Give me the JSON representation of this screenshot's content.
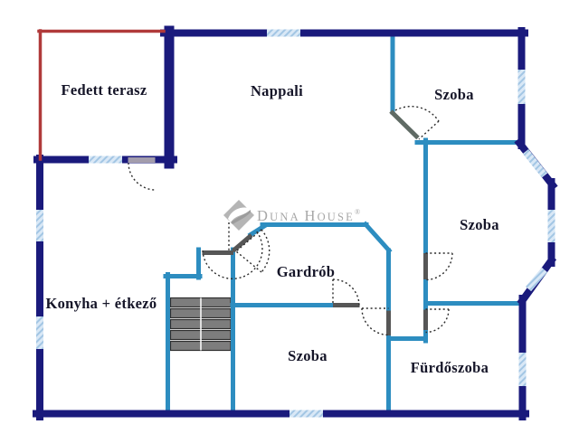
{
  "floorplan": {
    "rooms": [
      {
        "id": "fedett-terasz",
        "label": "Fedett terasz"
      },
      {
        "id": "nappali",
        "label": "Nappali"
      },
      {
        "id": "szoba-felso",
        "label": "Szoba"
      },
      {
        "id": "szoba-jobb",
        "label": "Szoba"
      },
      {
        "id": "gardrob",
        "label": "Gardrób"
      },
      {
        "id": "konyha-etkezo",
        "label": "Konyha + étkező"
      },
      {
        "id": "szoba-also",
        "label": "Szoba"
      },
      {
        "id": "furdoszoba",
        "label": "Fürdőszoba"
      }
    ],
    "watermark": {
      "word1_initial": "D",
      "word1_rest": "UNA",
      "word2_initial": "H",
      "word2_rest": "OUSE",
      "registered": "®"
    },
    "colors": {
      "outer_wall": "#1a1a7c",
      "inner_wall": "#2d8dc0",
      "terrace_wall": "#b03a3a",
      "window_fill": "#d9e8f6",
      "window_stripe": "#a3c6e4",
      "door_leaf": "#565656",
      "terrace_door_leaf": "#a39dac",
      "stair_tread": "#7d7d7d",
      "label_text": "#151528",
      "watermark_gray": "#a7a7a7"
    }
  }
}
